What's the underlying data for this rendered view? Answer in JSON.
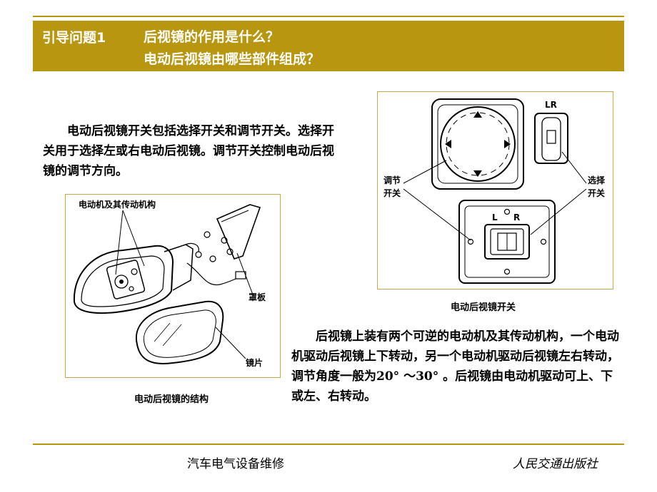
{
  "header": {
    "label": "引导问题1",
    "question_line1": "后视镜的作用是什么？",
    "question_line2": "电动后视镜由哪些部件组成？"
  },
  "body": {
    "paragraph1": "电动后视镜开关包括选择开关和调节开关。选择开关用于选择左或右电动后视镜。调节开关控制电动后视镜的调节方向。",
    "paragraph2": "后视镜上装有两个可逆的电动机及其传动机构，一个电动机驱动后视镜上下转动，另一个电动机驱动后视镜左右转动，调节角度一般为20° ～30° 。后视镜由电动机驱动可上、下或左、右转动。"
  },
  "figure_structure": {
    "caption": "电动后视镜的结构",
    "label_motor": "电动机及其传动机构",
    "label_cover": "罩板",
    "label_glass": "镜片"
  },
  "figure_switch": {
    "caption": "电动后视镜开关",
    "label_lr": "LR",
    "label_adjust_1": "调节",
    "label_adjust_2": "开关",
    "label_select_1": "选择",
    "label_select_2": "开关",
    "label_l": "L",
    "label_r": "R"
  },
  "footer": {
    "left": "汽车电气设备维修",
    "right": "人民交通出版社"
  },
  "colors": {
    "accent": "#b8960f",
    "banner_text": "#ffffff"
  }
}
